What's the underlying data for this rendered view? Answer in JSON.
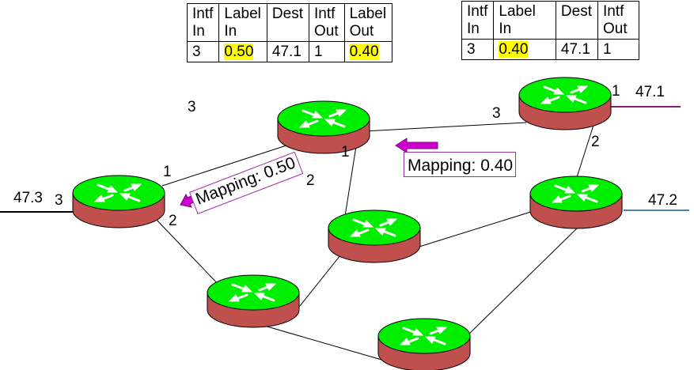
{
  "table_left": {
    "headers": [
      "Intf In",
      "Label In",
      "Dest",
      "Intf Out",
      "Label Out"
    ],
    "headers_lines": [
      [
        "Intf",
        "In"
      ],
      [
        "Label",
        "In"
      ],
      [
        "Dest"
      ],
      [
        "Intf",
        "Out"
      ],
      [
        "Label",
        "Out"
      ]
    ],
    "row": [
      "3",
      "0.50",
      "47.1",
      "1",
      "0.40"
    ]
  },
  "table_right": {
    "headers_lines": [
      [
        "Intf",
        "In"
      ],
      [
        "Label",
        "In"
      ],
      [
        "Dest"
      ],
      [
        "Intf",
        "Out"
      ]
    ],
    "row": [
      "3",
      "0.40",
      "47.1",
      "1"
    ]
  },
  "mappings": {
    "center": "Mapping: 0.40",
    "left": "Mapping: 0.50"
  },
  "networks": {
    "left": "47.3",
    "top_right": "47.1",
    "right": "47.2"
  },
  "port_labels": {
    "stray_3": "3",
    "left_router_3": "3",
    "left_router_1": "1",
    "left_router_2": "2",
    "top_router_1": "1",
    "top_router_2": "2",
    "right_top_3": "3",
    "right_top_1": "1",
    "right_top_2": "2"
  },
  "colors": {
    "router_top": "#00ee00",
    "router_side": "#c0504d",
    "highlight": "#ffff00",
    "arrow": "#cc00cc",
    "line_47_1": "#7f1f80",
    "line_47_2": "#4f81bd"
  }
}
